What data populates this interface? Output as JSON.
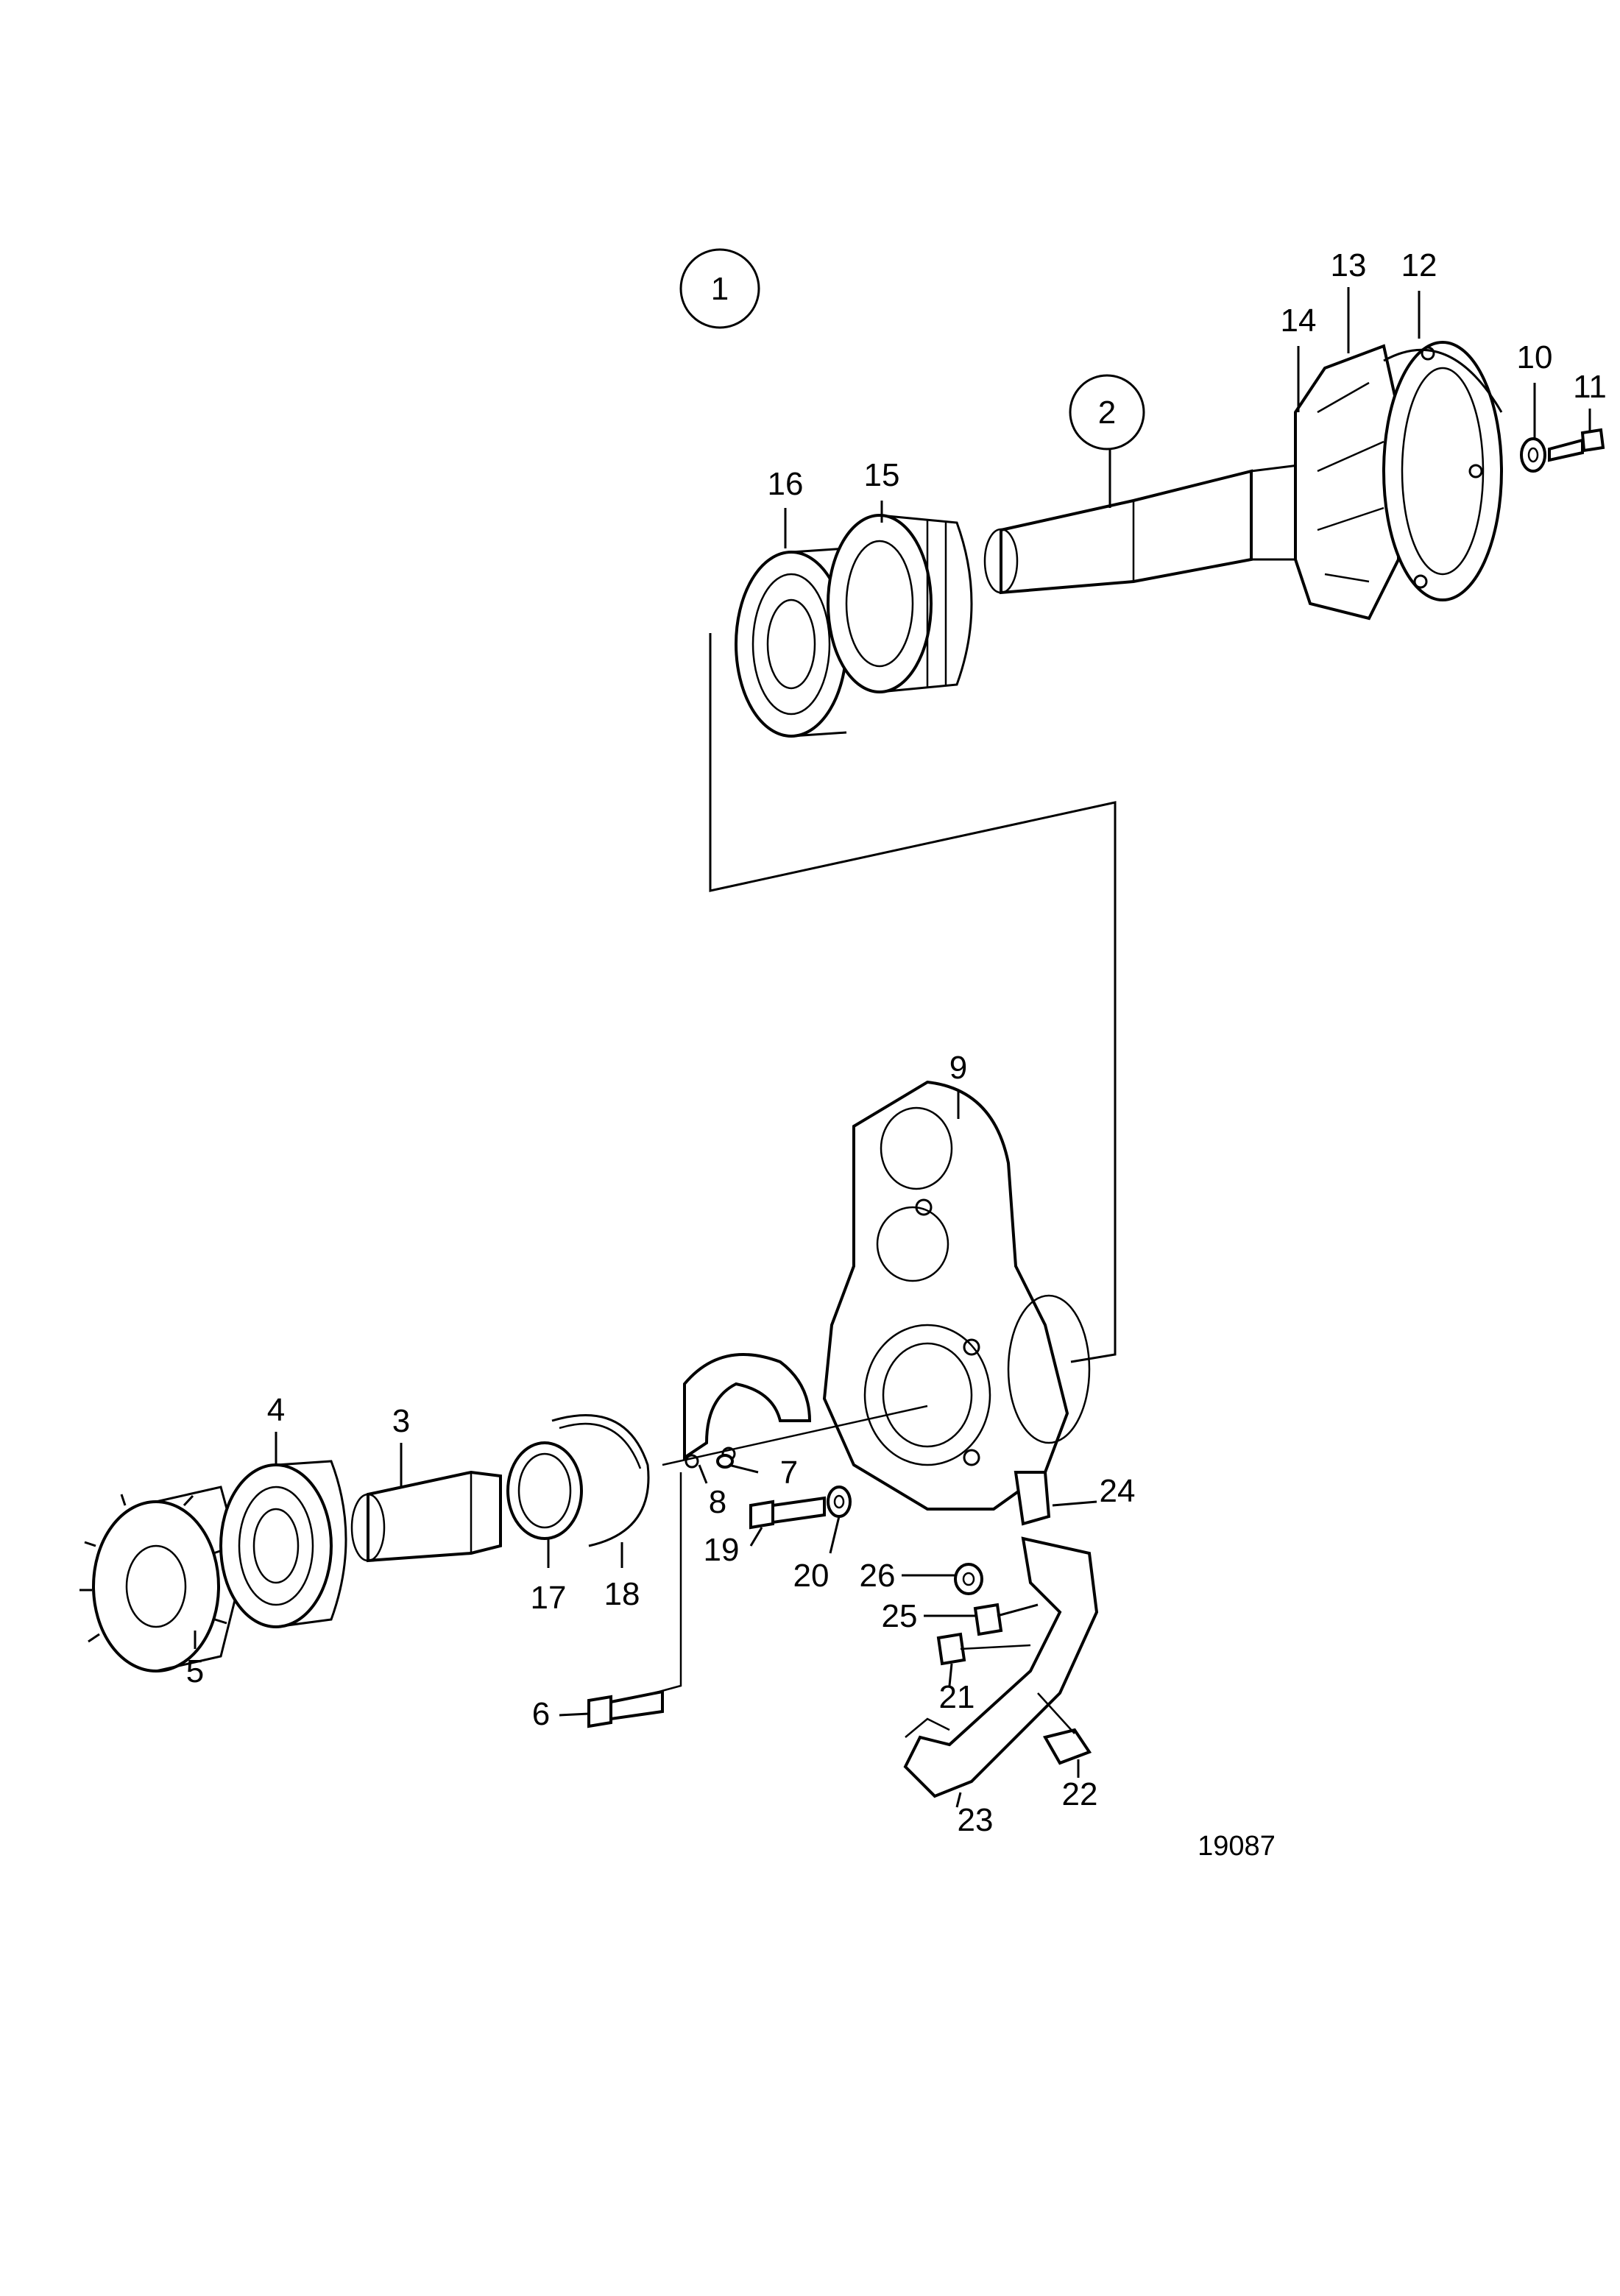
{
  "diagram": {
    "reference_number": "19087",
    "assembly_callouts": [
      "1",
      "2"
    ],
    "part_labels": [
      "3",
      "4",
      "5",
      "6",
      "7",
      "8",
      "9",
      "10",
      "11",
      "12",
      "13",
      "14",
      "15",
      "16",
      "17",
      "18",
      "19",
      "20",
      "21",
      "22",
      "23",
      "24",
      "25",
      "26"
    ]
  }
}
